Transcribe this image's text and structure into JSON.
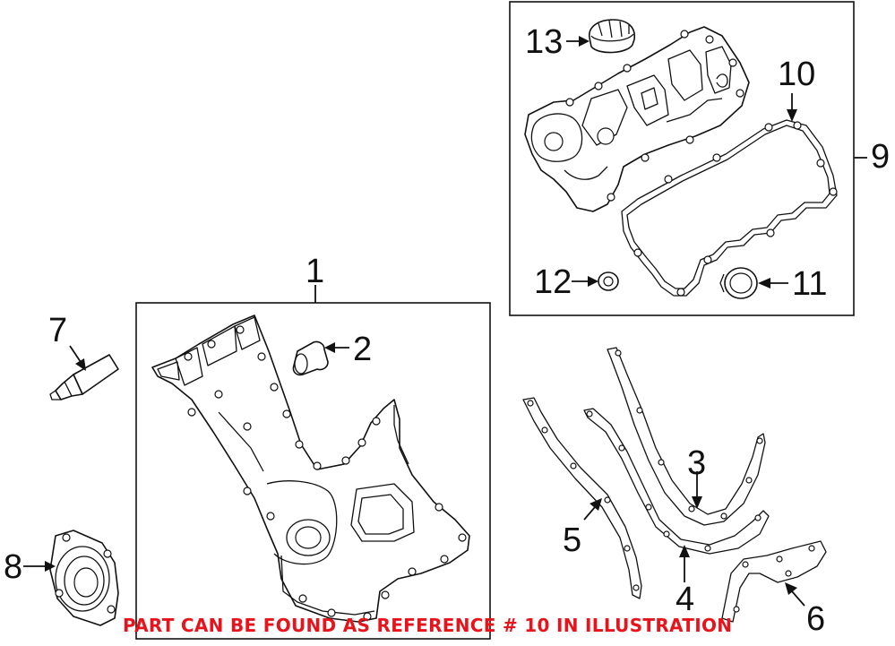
{
  "diagram": {
    "callouts": [
      {
        "id": "1",
        "label": "1"
      },
      {
        "id": "2",
        "label": "2"
      },
      {
        "id": "3",
        "label": "3"
      },
      {
        "id": "4",
        "label": "4"
      },
      {
        "id": "5",
        "label": "5"
      },
      {
        "id": "6",
        "label": "6"
      },
      {
        "id": "7",
        "label": "7"
      },
      {
        "id": "8",
        "label": "8"
      },
      {
        "id": "9",
        "label": "9"
      },
      {
        "id": "10",
        "label": "10"
      },
      {
        "id": "11",
        "label": "11"
      },
      {
        "id": "12",
        "label": "12"
      },
      {
        "id": "13",
        "label": "13"
      }
    ],
    "footer_note": "PART CAN BE FOUND AS REFERENCE # 10 IN ILLUSTRATION",
    "colors": {
      "line": "#111111",
      "background": "#ffffff",
      "note": "#e8141c"
    }
  }
}
